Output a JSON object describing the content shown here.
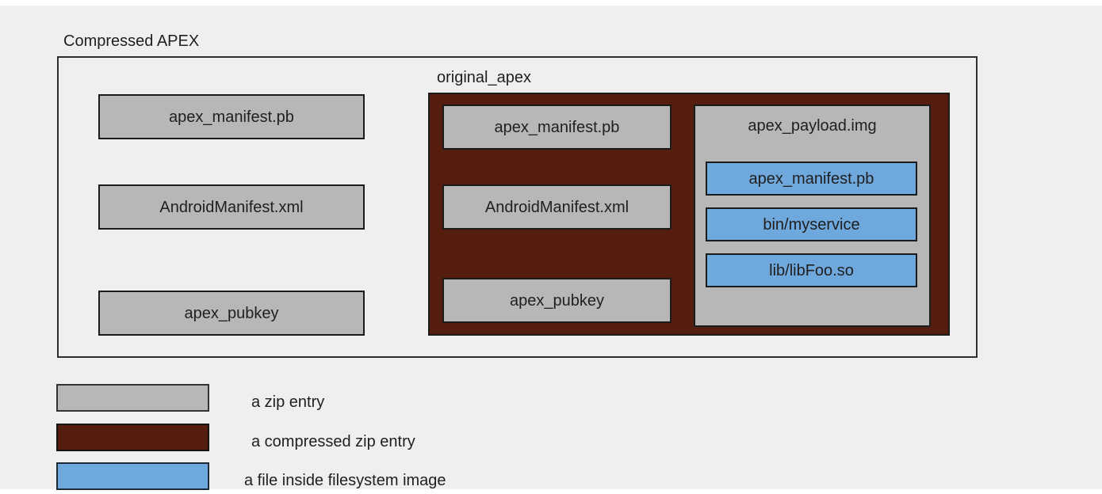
{
  "diagram": {
    "title": "Compressed APEX",
    "outer_zip_entries": [
      "apex_manifest.pb",
      "AndroidManifest.xml",
      "apex_pubkey"
    ],
    "original_apex": {
      "label": "original_apex",
      "zip_entries": [
        "apex_manifest.pb",
        "AndroidManifest.xml",
        "apex_pubkey"
      ],
      "payload": {
        "label": "apex_payload.img",
        "files": [
          "apex_manifest.pb",
          "bin/myservice",
          "lib/libFoo.so"
        ]
      }
    }
  },
  "legend": {
    "items": [
      {
        "label": "a zip entry",
        "color": "#b7b7b7"
      },
      {
        "label": "a compressed zip entry",
        "color": "#541d0d"
      },
      {
        "label": "a file inside filesystem image",
        "color": "#6fa8dc"
      }
    ]
  },
  "colors": {
    "background": "#efefef",
    "zip_entry": "#b7b7b7",
    "compressed_zip_entry": "#541d0d",
    "file_inside_filesystem_image": "#6fa8dc",
    "text": "#1f1f1f"
  }
}
